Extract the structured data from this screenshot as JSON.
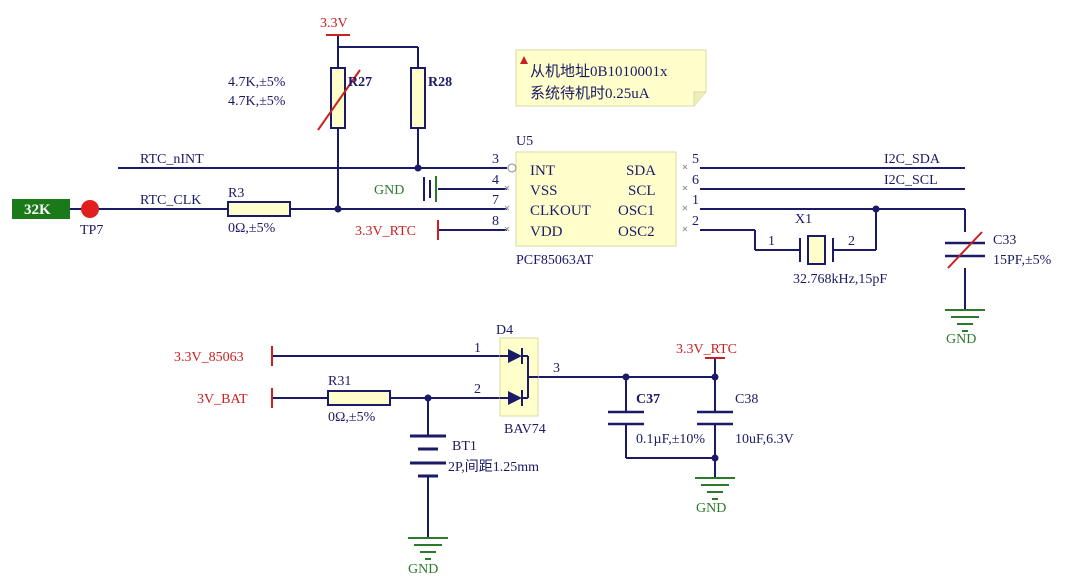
{
  "colors": {
    "wire": "#1a1a66",
    "power": "#cc1f1f",
    "ground": "#2a7a2a",
    "component_fill": "#ffffcc",
    "pin_label": "#1a1a66",
    "tag_fill": "#1a7a1a",
    "testpoint": "#e02020"
  },
  "power": {
    "v33_top": "3.3V",
    "v33_rtc_left": "3.3V_RTC",
    "v33_rtc_bottom": "3.3V_RTC",
    "v33_85063": "3.3V_85063",
    "v3_bat": "3V_BAT"
  },
  "ground": {
    "u5_gnd": "GND",
    "c33_gnd": "GND",
    "c37_gnd": "GND",
    "bt1_gnd": "GND"
  },
  "nets": {
    "rtc_nint": "RTC_nINT",
    "rtc_clk": "RTC_CLK",
    "i2c_sda": "I2C_SDA",
    "i2c_scl": "I2C_SCL"
  },
  "tag_32k": "32K",
  "testpoint": {
    "ref": "TP7"
  },
  "note": {
    "line1": "从机地址0B1010001x",
    "line2": "系统待机时0.25uA"
  },
  "resistors": {
    "r27": {
      "ref": "R27",
      "value": "4.7K,±5%"
    },
    "r28": {
      "ref": "R28",
      "value": "4.7K,±5%"
    },
    "r3": {
      "ref": "R3",
      "value": "0Ω,±5%"
    },
    "r31": {
      "ref": "R31",
      "value": "0Ω,±5%"
    }
  },
  "u5": {
    "ref": "U5",
    "part": "PCF85063AT",
    "left_pins": [
      {
        "num": "3",
        "name": "INT"
      },
      {
        "num": "4",
        "name": "VSS"
      },
      {
        "num": "7",
        "name": "CLKOUT"
      },
      {
        "num": "8",
        "name": "VDD"
      }
    ],
    "right_pins": [
      {
        "num": "5",
        "name": "SDA"
      },
      {
        "num": "6",
        "name": "SCL"
      },
      {
        "num": "1",
        "name": "OSC1"
      },
      {
        "num": "2",
        "name": "OSC2"
      }
    ]
  },
  "x1": {
    "ref": "X1",
    "value": "32.768kHz,15pF",
    "pin1": "1",
    "pin2": "2"
  },
  "c33": {
    "ref": "C33",
    "value": "15PF,±5%"
  },
  "d4": {
    "ref": "D4",
    "part": "BAV74",
    "pin1": "1",
    "pin2": "2",
    "pin3": "3"
  },
  "c37": {
    "ref": "C37",
    "value": "0.1µF,±10%"
  },
  "c38": {
    "ref": "C38",
    "value": "10uF,6.3V"
  },
  "bt1": {
    "ref": "BT1",
    "value": "2P,间距1.25mm"
  }
}
